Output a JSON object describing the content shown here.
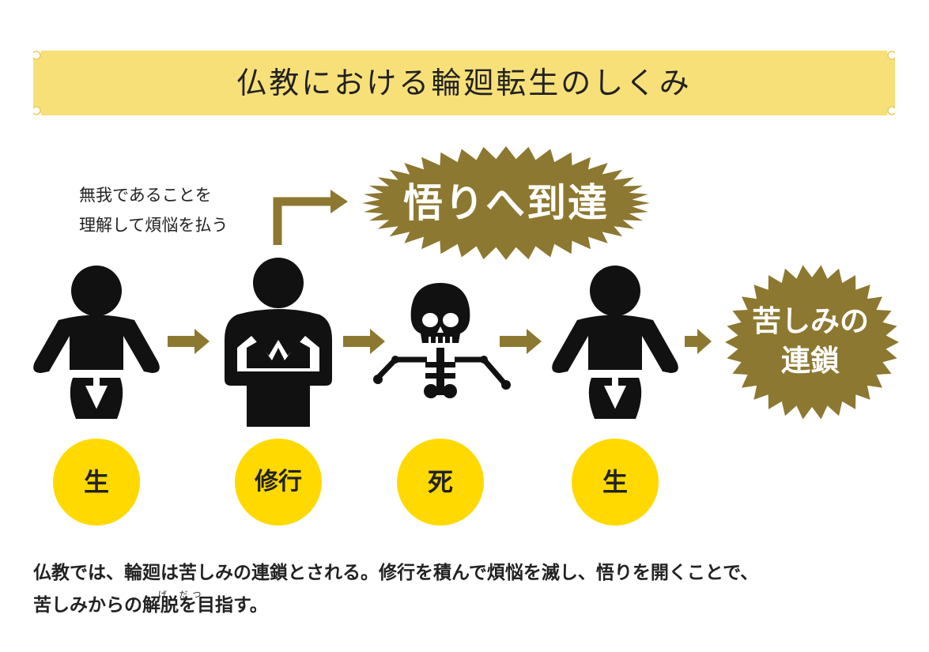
{
  "title": "仏教における輪廻転生のしくみ",
  "note": [
    "無我であることを",
    "理解して煩悩を払う"
  ],
  "goal": "悟りへ到達",
  "cycle": [
    "苦しみの",
    "連鎖"
  ],
  "stages": [
    "生",
    "修行",
    "死",
    "生"
  ],
  "caption": [
    "仏教では、輪廻は苦しみの連鎖とされる。修行を積んで煩悩を滅し、悟りを開くことで、",
    "苦しみからの解脱を目指す。"
  ],
  "ruby": "げ だつ",
  "colors": {
    "banner": "#f8e079",
    "arrow": "#8c7830",
    "burst": "#8c7830",
    "stage_circle": "#ffd900",
    "figure": "#111111"
  }
}
